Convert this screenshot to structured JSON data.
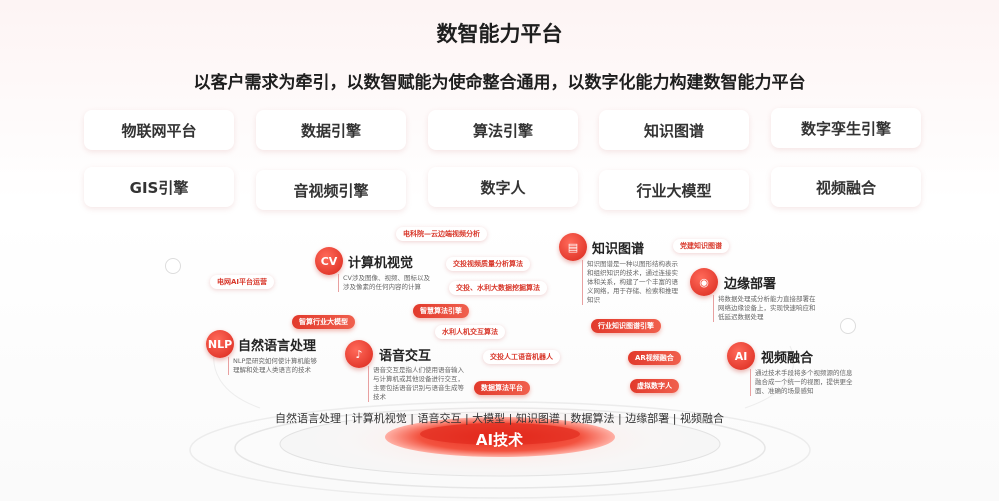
{
  "title": "数智能力平台",
  "subtitle": "以客户需求为牵引，以数智赋能为使命整合通用，以数字化能力构建数智能力平台",
  "cards_row1": [
    "物联网平台",
    "数据引擎",
    "算法引擎",
    "知识图谱",
    "数字孪生引擎"
  ],
  "cards_row2": [
    "GIS引擎",
    "音视频引擎",
    "数字人",
    "行业大模型",
    "视频融合"
  ],
  "nodes": {
    "nlp": {
      "icon": "NLP",
      "title": "自然语言处理",
      "desc": "NLP是研究如何使计算机能够理解和处理人类语言的技术"
    },
    "cv": {
      "icon": "CV",
      "title": "计算机视觉",
      "desc": "CV涉及图像、视频、图标以及涉及像素的任何内容的计算"
    },
    "speech": {
      "icon": "♪",
      "title": "语音交互",
      "desc": "语音交互是指人们使用语音输入与计算机或其他设备进行交互，主要包括语音识别与语音生成等技术"
    },
    "kg": {
      "icon": "▤",
      "title": "知识图谱",
      "desc": "知识图谱是一种以图形结构表示和组织知识的技术，通过连接实体和关系，构建了一个丰富的语义网络，用于存储、检索和推理知识"
    },
    "edge": {
      "icon": "◉",
      "title": "边缘部署",
      "desc": "将数据处理或分析能力直接部署在网络边缘设备上，实现快速响应和低延迟数据处理"
    },
    "video": {
      "icon": "AI",
      "title": "视频融合",
      "desc": "通过技术手段将多个视频源的信息融合成一个统一的视图，提供更全面、准确的场景感知"
    }
  },
  "tags": {
    "t1": "电科院—云边端视频分析",
    "t2": "电网AI平台运营",
    "t3": "交投视频质量分析算法",
    "t4": "交投、水利大数据挖掘算法",
    "t5": "智算行业大模型",
    "t6": "智慧算法引擎",
    "t7": "水利人机交互算法",
    "t8": "交投人工语音机器人",
    "t9": "数据算法平台",
    "t10": "党建知识图谱",
    "t11": "行业知识图谱引擎",
    "t12": "AR视频融合",
    "t13": "虚拟数字人"
  },
  "bottom_capabilities": "自然语言处理 | 计算机视觉 | 语音交互 | 大模型 | 知识图谱 | 数据算法 | 边缘部署 | 视频融合",
  "core_label": "AI技术",
  "colors": {
    "accent": "#d9271c",
    "accent_light": "#f0604e",
    "bg_tint": "#fdf4f4"
  }
}
